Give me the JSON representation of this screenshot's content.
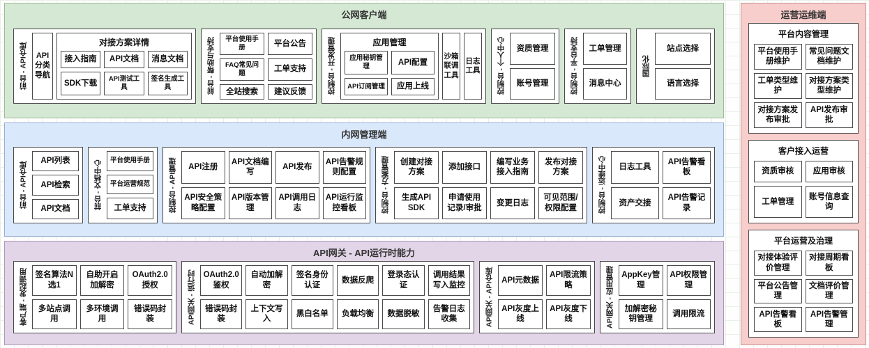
{
  "sections": {
    "public": {
      "title": "公网客户端",
      "groups": [
        {
          "label": "前台 - API仓库",
          "nav_item": "API分类导航",
          "subgroup": {
            "title": "对接方案详情",
            "items": [
              "接入指南",
              "API文档",
              "消息文档",
              "SDK下载",
              "API测试工具",
              "签名生成工具"
            ]
          }
        },
        {
          "label": "前台 - 帮助与支持",
          "items": [
            "平台使用手册",
            "平台公告",
            "FAQ常见问题",
            "工单支持",
            "全站搜索",
            "建议反馈"
          ]
        },
        {
          "label": "控制台 - 开发管理",
          "subgroup": {
            "title": "应用管理",
            "items": [
              "应用秘钥管理",
              "API配置",
              "API订阅管理",
              "应用上线"
            ]
          },
          "side_items": [
            "沙箱联调工具",
            "日志工具"
          ]
        },
        {
          "label": "控制台 - 个人中心",
          "items": [
            "资质管理",
            "账号管理"
          ]
        },
        {
          "label": "控制台 - 平台支持",
          "items": [
            "工单管理",
            "消息中心"
          ]
        },
        {
          "label": "国际化",
          "items": [
            "站点选择",
            "语言选择"
          ]
        }
      ]
    },
    "internal": {
      "title": "内网管理端",
      "groups": [
        {
          "label": "前台 - API仓库",
          "items": [
            "API列表",
            "API检索",
            "API文档"
          ]
        },
        {
          "label": "前台 - 文档中心",
          "items": [
            "平台使用手册",
            "平台运营规范",
            "工单支持"
          ]
        },
        {
          "label": "控制台 - API管理",
          "items": [
            "API注册",
            "API文档编写",
            "API发布",
            "API告警规则配置",
            "API安全策略配置",
            "API版本管理",
            "API调用日志",
            "API运行监控看板"
          ]
        },
        {
          "label": "控制台 - 方案管理",
          "items": [
            "创建对接方案",
            "添加接口",
            "编写业务接入指南",
            "发布对接方案",
            "生成API SDK",
            "申请使用记录/审批",
            "变更日志",
            "可见范围/权限配置"
          ]
        },
        {
          "label": "控制台 - 运维中心",
          "items": [
            "日志工具",
            "API告警看板",
            "资产交接",
            "API告警记录"
          ]
        }
      ]
    },
    "gateway": {
      "title": "API网关 - API运行时能力",
      "groups": [
        {
          "label": "客户端 - 发起调用",
          "items": [
            "签名算法N选1",
            "自助开启加解密",
            "OAuth2.0授权",
            "多站点调用",
            "多环境调用",
            "错误码封装"
          ]
        },
        {
          "label": "API网关 - 运行时",
          "items": [
            "OAuth2.0鉴权",
            "自动加解密",
            "签名身份认证",
            "数据反爬",
            "登录态认证",
            "调用结果写入监控",
            "错误码封装",
            "上下文写入",
            "黑白名单",
            "负载均衡",
            "数据脱敏",
            "告警日志收集"
          ]
        },
        {
          "label": "API网关 - API仓库",
          "items": [
            "API元数据",
            "API限流策略",
            "API灰度上线",
            "API灰度下线"
          ]
        },
        {
          "label": "API网关 - 应用管理",
          "items": [
            "AppKey管理",
            "API权限管理",
            "加解密秘钥管理",
            "调用限流"
          ]
        }
      ]
    },
    "ops": {
      "title": "运营运维端",
      "groups": [
        {
          "title": "平台内容管理",
          "items": [
            "平台使用手册维护",
            "常见问题文档维护",
            "工单类型维护",
            "对接方案类型维护",
            "对接方案发布审批",
            "API发布审批"
          ]
        },
        {
          "title": "客户接入运营",
          "items": [
            "资质审核",
            "应用审核",
            "工单管理",
            "账号信息查询"
          ]
        },
        {
          "title": "平台运营及治理",
          "items": [
            "对接体验评价管理",
            "对接周期看板",
            "平台公告管理",
            "文档评价管理",
            "API告警看板",
            "API告警管理"
          ]
        }
      ]
    }
  },
  "colors": {
    "public_bg": "#d5e8d4",
    "internal_bg": "#dae8fc",
    "gateway_bg": "#e1d5e7",
    "ops_bg": "#f8cecc",
    "box_border": "#4a4a4a"
  }
}
